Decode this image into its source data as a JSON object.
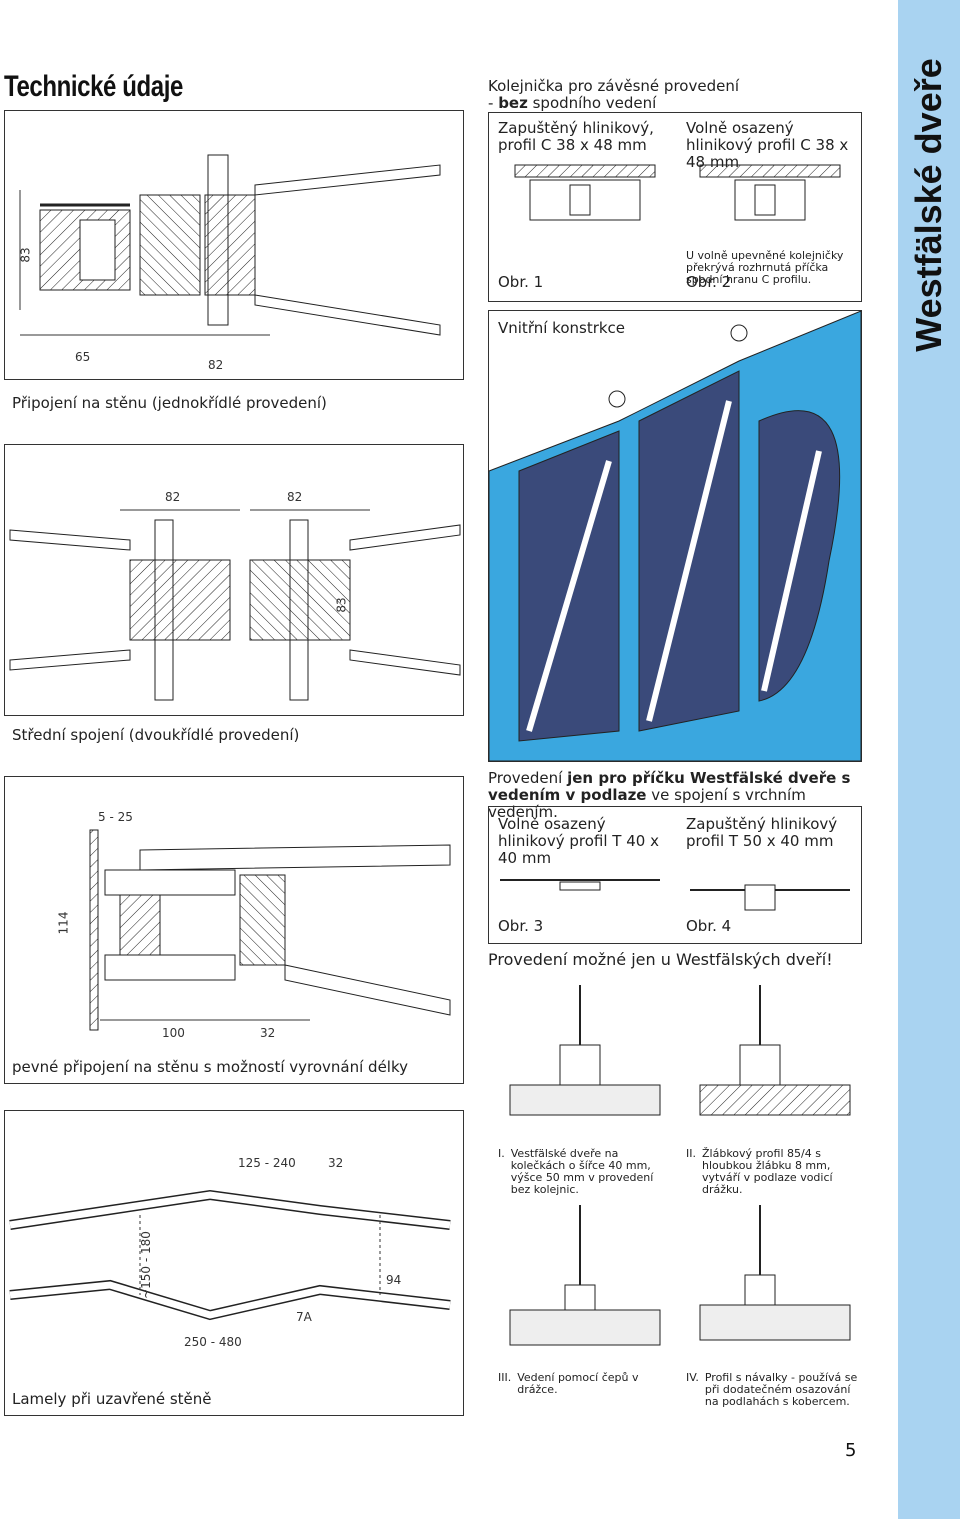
{
  "page": {
    "title": "Technické údaje",
    "side_title": "Westfälské dveře",
    "page_number": "5"
  },
  "section1": {
    "caption": "Připojení na stěnu (jednokřídlé provedení)",
    "dim_height": "83",
    "dim_left": "65",
    "dim_right": "82"
  },
  "rail": {
    "title_line1": "Kolejnička pro závěsné provedení",
    "title_line2_dash": "- ",
    "title_line2_bold": "bez",
    "title_line2_rest": " spodního vedení",
    "fig1_label": "Zapuštěný hlinikový, profil C 38 x 48 mm",
    "fig1_num": "Obr. 1",
    "fig2_label": "Volně osazený hlinikový profil C 38 x 48 mm",
    "fig2_note": "U volně upevněné kolejničky překrývá rozhrnutá příčka spodní hranu C profilu.",
    "fig2_num": "Obr. 2"
  },
  "interior": {
    "caption": "Vnitřní konstrkce",
    "panel_color": "#3aa7df"
  },
  "section2": {
    "dim_left": "82",
    "dim_right": "82",
    "dim_height": "83",
    "caption": "Střední spojení (dvoukřídlé provedení)"
  },
  "section3": {
    "dim_gap": "5 - 25",
    "dim_height": "114",
    "dim_width": "100",
    "dim_width2": "32",
    "caption": "pevné připojení na stěnu s možností vyrovnání délky"
  },
  "floor": {
    "intro_pre": "Provedení ",
    "intro_bold": "jen pro příčku Westfälské dveře s vedením v podlaze",
    "intro_post": " ve spojení s vrchním vedením.",
    "fig3_label": "Volně osazený hlinikový profil T 40 x 40 mm",
    "fig3_num": "Obr. 3",
    "fig4_label": "Zapuštěný hlinikový profil T 50 x 40 mm",
    "fig4_num": "Obr. 4",
    "note": "Provedení možné jen u Westfälských dveří!",
    "items": [
      {
        "num": "I.",
        "text": "Vestfälské dveře na kolečkách o šířce 40 mm, výšce 50 mm v provedení bez kolejnic."
      },
      {
        "num": "II.",
        "text": "Žlábkový profil 85/4 s hloubkou žlábku 8 mm, vytváří v podlaze vodicí drážku."
      },
      {
        "num": "III.",
        "text": "Vedení pomocí čepů v drážce."
      },
      {
        "num": "IV.",
        "text": "Profil s návalky - používá se při dodatečném osazování na podlahách s kobercem."
      }
    ]
  },
  "section4": {
    "dim_top": "125 - 240",
    "dim_top2": "32",
    "dim_vertical": "~150 - 180",
    "dim_right": "94",
    "dim_angle": "7A",
    "dim_bottom": "250 - 480",
    "caption": "Lamely při uzavřené stěně"
  }
}
